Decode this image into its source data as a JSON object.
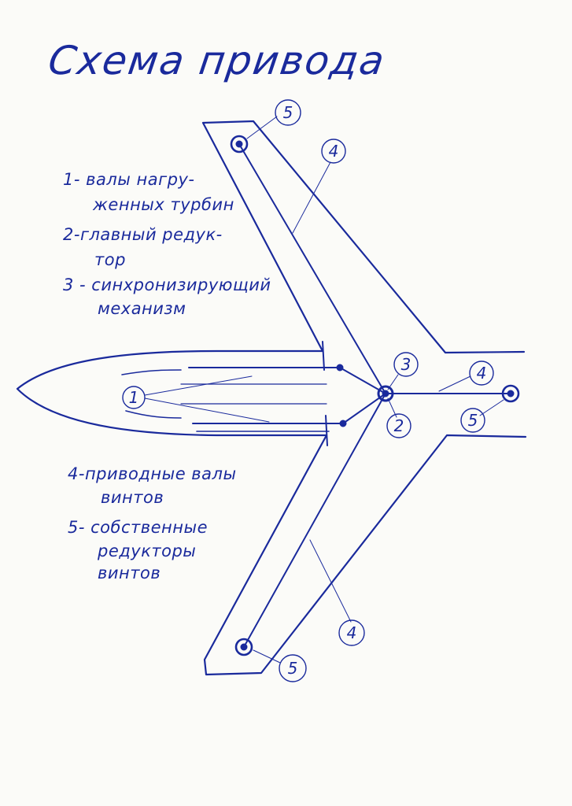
{
  "title": "Схема привода",
  "legend": {
    "item1_line1": "1- валы нагру-",
    "item1_line2": "женных турбин",
    "item2_line1": "2-главный редук-",
    "item2_line2": "тор",
    "item3_line1": "3 - синхронизирующий",
    "item3_line2": "механизм",
    "item4_line1": "4-приводные валы",
    "item4_line2": "винтов",
    "item5_line1": "5- собственные",
    "item5_line2": "редукторы",
    "item5_line3": "винтов"
  },
  "callouts": {
    "turbine_shafts": "1",
    "main_gearbox": "2",
    "sync_mechanism": "3",
    "drive_shaft_upper": "4",
    "drive_shaft_tail": "4",
    "drive_shaft_lower": "4",
    "prop_gearbox_upper": "5",
    "prop_gearbox_tail": "5",
    "prop_gearbox_lower": "5"
  },
  "ink_color": "#1a2a9c"
}
